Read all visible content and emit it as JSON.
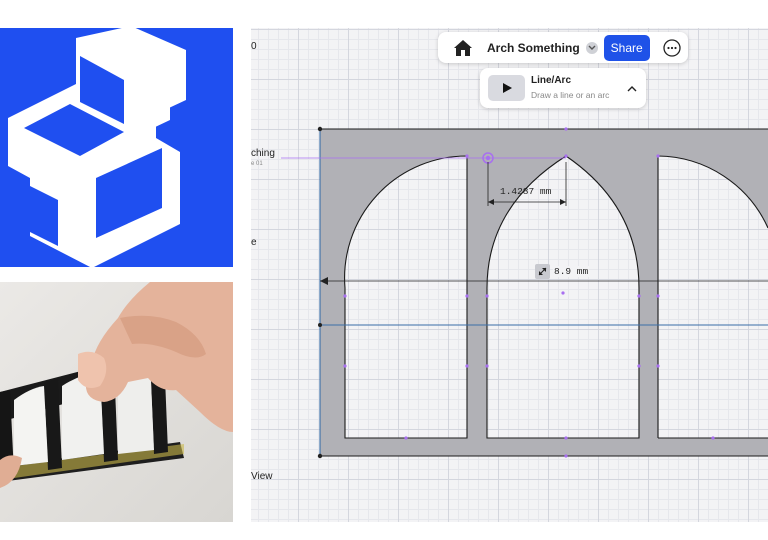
{
  "app": {
    "document_title": "Arch Something",
    "share_label": "Share",
    "tool": {
      "name": "Line/Arc",
      "description": "Draw a line or an arc"
    },
    "sidebar_fragments": {
      "item1": "0",
      "item2": "ching",
      "item2_sub": "e 01",
      "item3": "e",
      "item4": "View"
    },
    "dimensions": {
      "arc_width": "1.4287 mm",
      "radius": "8.9 mm"
    },
    "icons": {
      "home": "home-icon",
      "chevron": "chevron-down-icon",
      "more": "more-options-icon",
      "tool": "play-icon",
      "collapse": "chevron-up-icon",
      "diagonal": "diagonal-arrow-icon"
    }
  },
  "colors": {
    "brand_blue": "#1f4ff0",
    "share_blue": "#1f52e8",
    "selection": "#a86ff0",
    "axis": "#3a6ea8"
  }
}
